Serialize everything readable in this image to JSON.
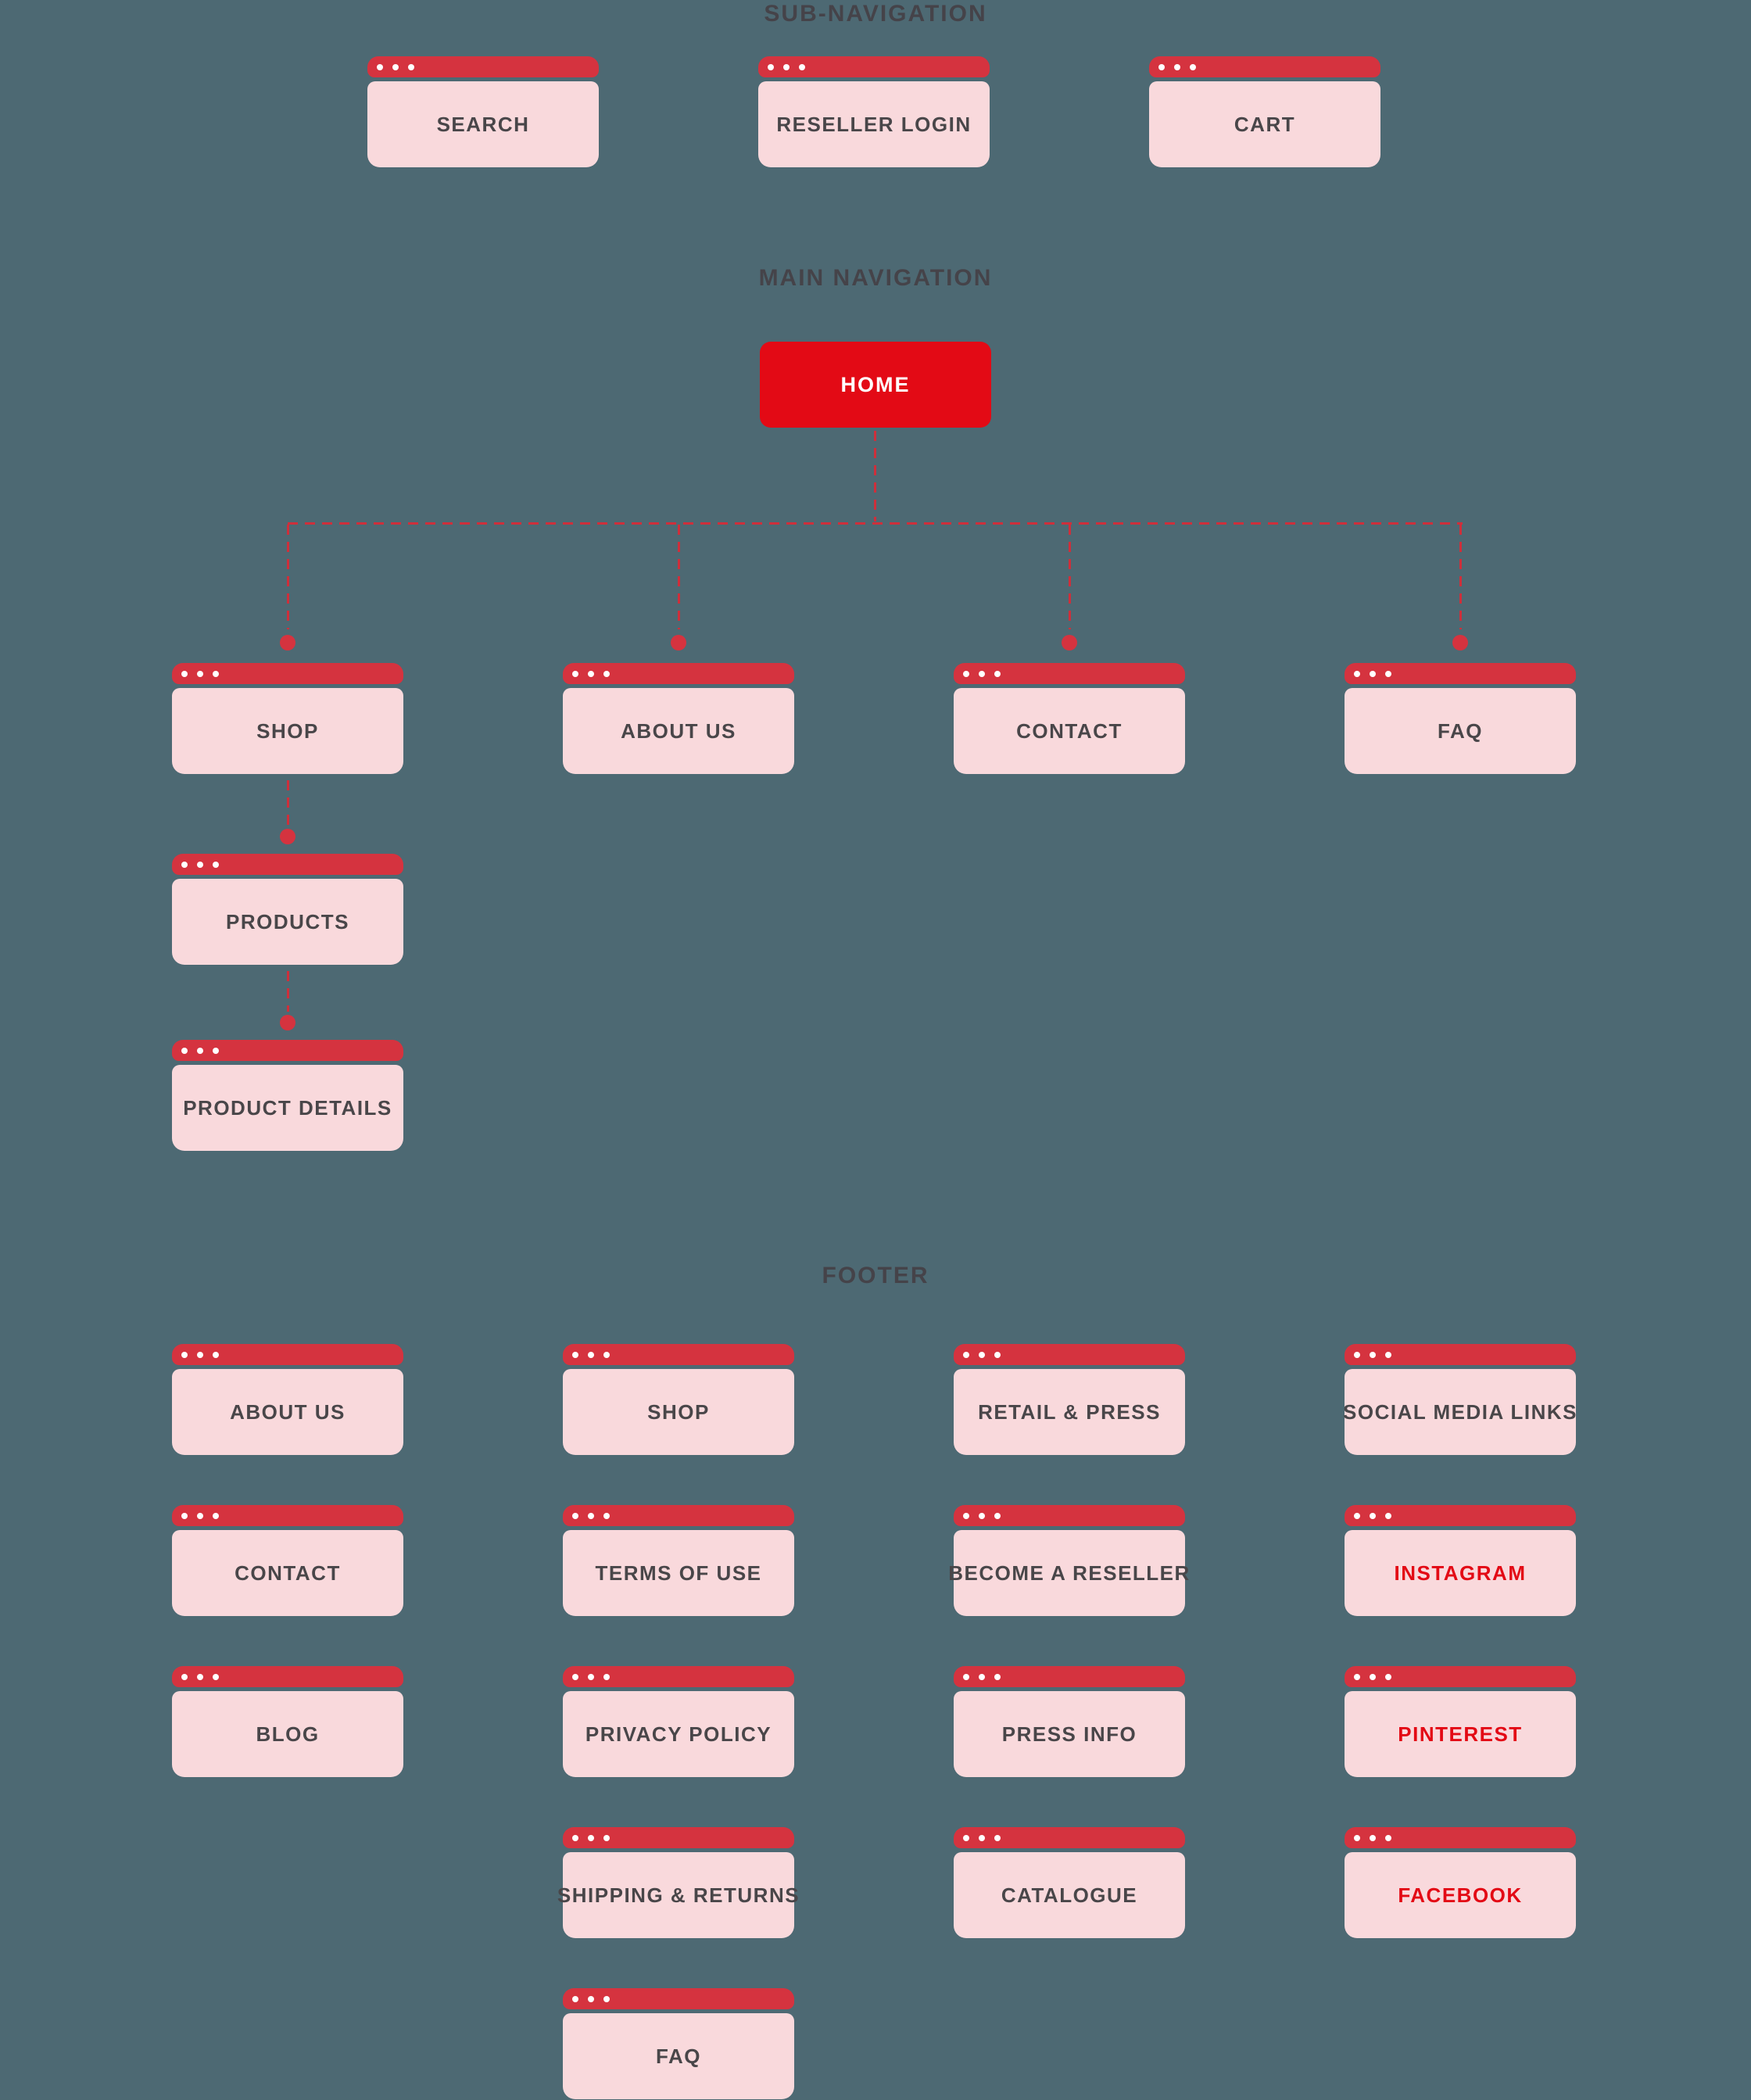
{
  "palette": {
    "background": "#4d6973",
    "titlebar_red": "#d5333f",
    "accent_red": "#e30a15",
    "card_pink": "#f9d9dc",
    "label_dark": "#494649",
    "section_title_color": "#454349",
    "connector_red": "#ce2f3b",
    "dot_white": "#ffffff"
  },
  "sections": {
    "sub_navigation": {
      "title": "SUB-NAVIGATION"
    },
    "main_navigation": {
      "title": "MAIN NAVIGATION",
      "home": {
        "label": "HOME"
      }
    },
    "footer": {
      "title": "FOOTER"
    }
  },
  "cards": [
    {
      "id": "search",
      "label": "SEARCH"
    },
    {
      "id": "reseller-login",
      "label": "RESELLER LOGIN"
    },
    {
      "id": "cart",
      "label": "CART"
    },
    {
      "id": "shop",
      "label": "SHOP"
    },
    {
      "id": "about-us",
      "label": "ABOUT US"
    },
    {
      "id": "contact",
      "label": "CONTACT"
    },
    {
      "id": "faq",
      "label": "FAQ"
    },
    {
      "id": "products",
      "label": "PRODUCTS"
    },
    {
      "id": "product-details",
      "label": "PRODUCT DETAILS"
    },
    {
      "id": "footer-about-us",
      "label": "ABOUT US"
    },
    {
      "id": "footer-shop",
      "label": "SHOP"
    },
    {
      "id": "retail-press",
      "label": "RETAIL & PRESS"
    },
    {
      "id": "social-media-links",
      "label": "SOCIAL MEDIA LINKS"
    },
    {
      "id": "footer-contact",
      "label": "CONTACT"
    },
    {
      "id": "terms-of-use",
      "label": "TERMS OF USE"
    },
    {
      "id": "become-a-reseller",
      "label": "BECOME A RESELLER"
    },
    {
      "id": "instagram",
      "label": "INSTAGRAM",
      "label_color": "#e30a15"
    },
    {
      "id": "blog",
      "label": "BLOG"
    },
    {
      "id": "privacy-policy",
      "label": "PRIVACY POLICY"
    },
    {
      "id": "press-info",
      "label": "PRESS INFO"
    },
    {
      "id": "pinterest",
      "label": "PINTEREST",
      "label_color": "#e30a15"
    },
    {
      "id": "shipping-returns",
      "label": "SHIPPING & RETURNS"
    },
    {
      "id": "catalogue",
      "label": "CATALOGUE"
    },
    {
      "id": "facebook",
      "label": "FACEBOOK",
      "label_color": "#e30a15"
    },
    {
      "id": "footer-faq",
      "label": "FAQ"
    }
  ]
}
